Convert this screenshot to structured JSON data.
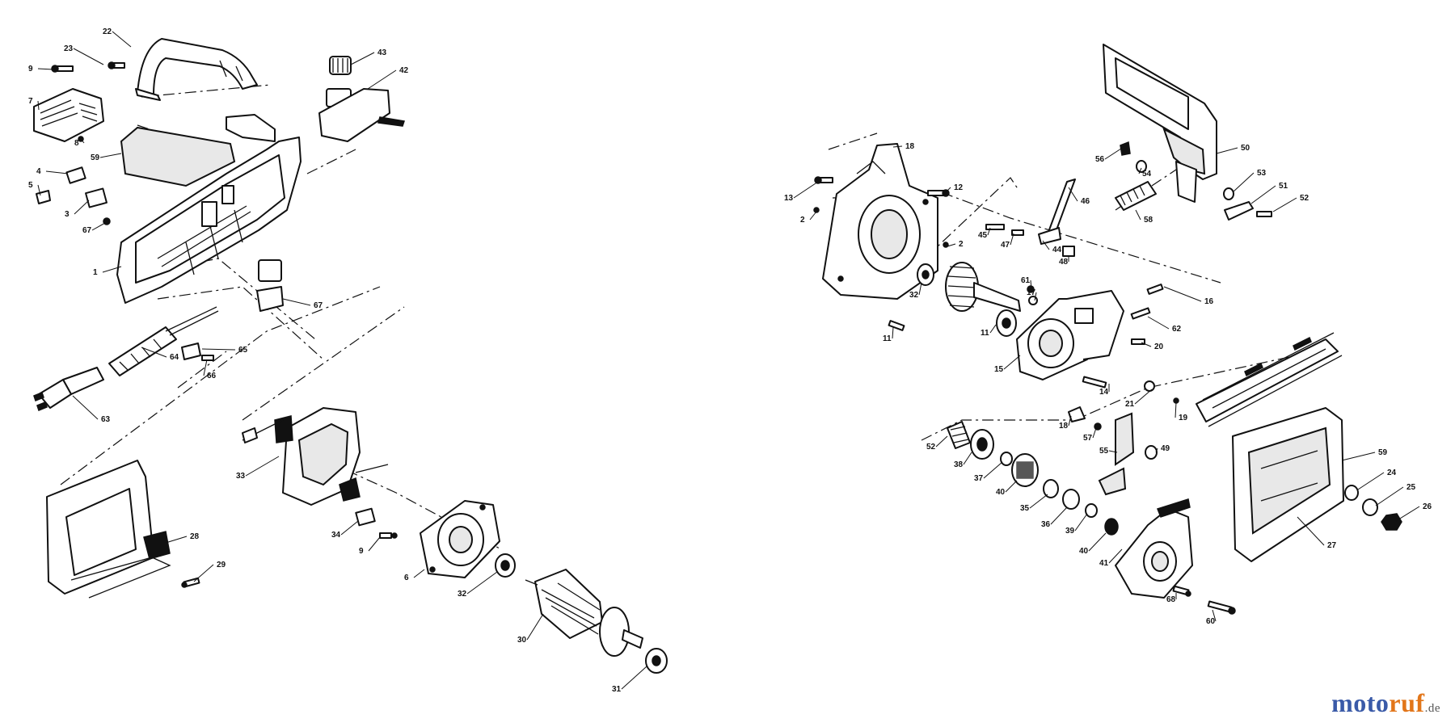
{
  "watermark": {
    "part1": "moto",
    "part2": "ruf",
    "tld": ".de",
    "color1": "#3a5aa8",
    "color2": "#e2761a"
  },
  "left_assembly": {
    "callouts": [
      "22",
      "23",
      "9",
      "7",
      "8",
      "43",
      "42",
      "59",
      "4",
      "5",
      "3",
      "67",
      "1",
      "67",
      "65",
      "66",
      "64",
      "63",
      "33",
      "34",
      "9",
      "6",
      "32",
      "30",
      "31",
      "28",
      "29"
    ]
  },
  "right_assembly": {
    "callouts": [
      "18",
      "13",
      "12",
      "2",
      "2",
      "56",
      "54",
      "50",
      "53",
      "51",
      "52",
      "58",
      "46",
      "45",
      "47",
      "44",
      "48",
      "32",
      "61",
      "17",
      "16",
      "11",
      "11",
      "62",
      "20",
      "15",
      "14",
      "21",
      "19",
      "18",
      "57",
      "55",
      "49",
      "52",
      "38",
      "37",
      "40",
      "35",
      "36",
      "39",
      "40",
      "41",
      "59",
      "24",
      "25",
      "26",
      "27",
      "68",
      "60",
      "21"
    ]
  }
}
